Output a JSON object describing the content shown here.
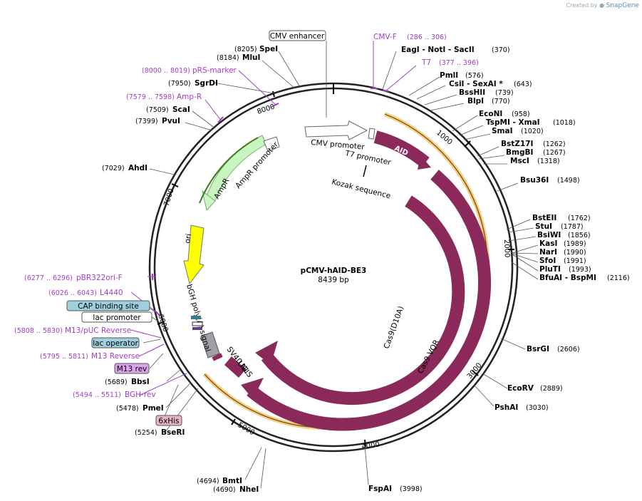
{
  "credit": {
    "prefix": "Created by",
    "brand": "SnapGene"
  },
  "plasmid": {
    "name": "pCMV-hAID-BE3",
    "size": "8439 bp"
  },
  "ticks": [
    "1000",
    "2000",
    "3000",
    "4000",
    "5000",
    "6000",
    "7000",
    "8000"
  ],
  "features_labels": {
    "cmv_promoter": "CMV promoter",
    "t7_promoter": "T7 promoter",
    "kozak": "Kozak sequence",
    "aid": "AID",
    "cas9_d10a": "Cas9(D10A)",
    "cas9_vqr": "Cas9 VQR",
    "ampr_promoter": "AmpR promoter",
    "ampr": "AmpR",
    "ori": "ori",
    "bgh": "bGH poly(A) signal",
    "sv40": "SV40 NLS",
    "ugi": "UGI"
  },
  "boxes": {
    "cmv_enhancer": "CMV enhancer",
    "cap": "CAP binding site",
    "lac_promoter": "lac promoter",
    "lac_operator": "lac operator",
    "m13rev": "M13 rev",
    "his": "6xHis"
  },
  "primers": {
    "cmvf": {
      "name": "CMV-F",
      "range": "(286 .. 306)"
    },
    "t7": {
      "name": "T7",
      "range": "(377 .. 396)"
    },
    "prs": {
      "name": "pRS-marker",
      "range": "(8000 .. 8019)"
    },
    "ampr": {
      "name": "Amp-R",
      "range": "(7579 .. 7598)"
    },
    "pbr": {
      "name": "pBR322ori-F",
      "range": "(6277 .. 6296)"
    },
    "l4440": {
      "name": "L4440",
      "range": "(6026 .. 6043)"
    },
    "m13puc": {
      "name": "M13/pUC Reverse",
      "range": "(5808 .. 5830)"
    },
    "m13r": {
      "name": "M13 Reverse",
      "range": "(5795 .. 5811)"
    },
    "bgh": {
      "name": "BGH-rev",
      "range": "(5494 .. 5511)"
    }
  },
  "sites": {
    "spei": {
      "name": "SpeI",
      "pos": "(8205)"
    },
    "mlui": {
      "name": "MluI",
      "pos": "(8184)"
    },
    "sgrdi": {
      "name": "SgrDI",
      "pos": "(7950)"
    },
    "scai": {
      "name": "ScaI",
      "pos": "(7509)"
    },
    "pvui": {
      "name": "PvuI",
      "pos": "(7399)"
    },
    "ahdi": {
      "name": "AhdI",
      "pos": "(7029)"
    },
    "eagi": {
      "name": "EagI  -  NotI  -  SacII",
      "pos": "(370)"
    },
    "pmli": {
      "name": "PmlI",
      "pos": "(576)"
    },
    "csii": {
      "name": "CsiI  -  SexAI *",
      "pos": "(643)"
    },
    "bsshii": {
      "name": "BssHII",
      "pos": "(739)"
    },
    "blpi": {
      "name": "BlpI",
      "pos": "(770)"
    },
    "econi": {
      "name": "EcoNI",
      "pos": "(958)"
    },
    "tspmi": {
      "name": "TspMI  -  XmaI",
      "pos": "(1018)"
    },
    "smai": {
      "name": "SmaI",
      "pos": "(1020)"
    },
    "bstz17i": {
      "name": "BstZ17I",
      "pos": "(1262)"
    },
    "bmgbi": {
      "name": "BmgBI",
      "pos": "(1267)"
    },
    "msci": {
      "name": "MscI",
      "pos": "(1318)"
    },
    "bsu36i": {
      "name": "Bsu36I",
      "pos": "(1498)"
    },
    "bsteii": {
      "name": "BstEII",
      "pos": "(1762)"
    },
    "stui": {
      "name": "StuI",
      "pos": "(1787)"
    },
    "bsiwi": {
      "name": "BsiWI",
      "pos": "(1856)"
    },
    "kasi": {
      "name": "KasI",
      "pos": "(1989)"
    },
    "nari": {
      "name": "NarI",
      "pos": "(1990)"
    },
    "sfoi": {
      "name": "SfoI",
      "pos": "(1991)"
    },
    "pluti": {
      "name": "PluTI",
      "pos": "(1993)"
    },
    "bfuai": {
      "name": "BfuAI  -  BspMI",
      "pos": "(2116)"
    },
    "bsrgi": {
      "name": "BsrGI",
      "pos": "(2606)"
    },
    "ecorv": {
      "name": "EcoRV",
      "pos": "(2889)"
    },
    "pshai": {
      "name": "PshAI",
      "pos": "(3030)"
    },
    "fspai": {
      "name": "FspAI",
      "pos": "(3998)"
    },
    "bbsi": {
      "name": "BbsI",
      "pos": "(5689)"
    },
    "pmei": {
      "name": "PmeI",
      "pos": "(5478)"
    },
    "bseri": {
      "name": "BseRI",
      "pos": "(5254)"
    },
    "bmti": {
      "name": "BmtI",
      "pos": "(4694)"
    },
    "nhei": {
      "name": "NheI",
      "pos": "(4690)"
    }
  },
  "colors": {
    "cas9": "#8b2a5a",
    "orange_ring": "#f0a830",
    "ampr": "#c8f5c0",
    "ori": "#ffff00",
    "primer": "#a23cc9",
    "box_blue": "#9ecfde",
    "box_purple": "#d9a6ee",
    "box_pink": "#e8b4c0"
  }
}
